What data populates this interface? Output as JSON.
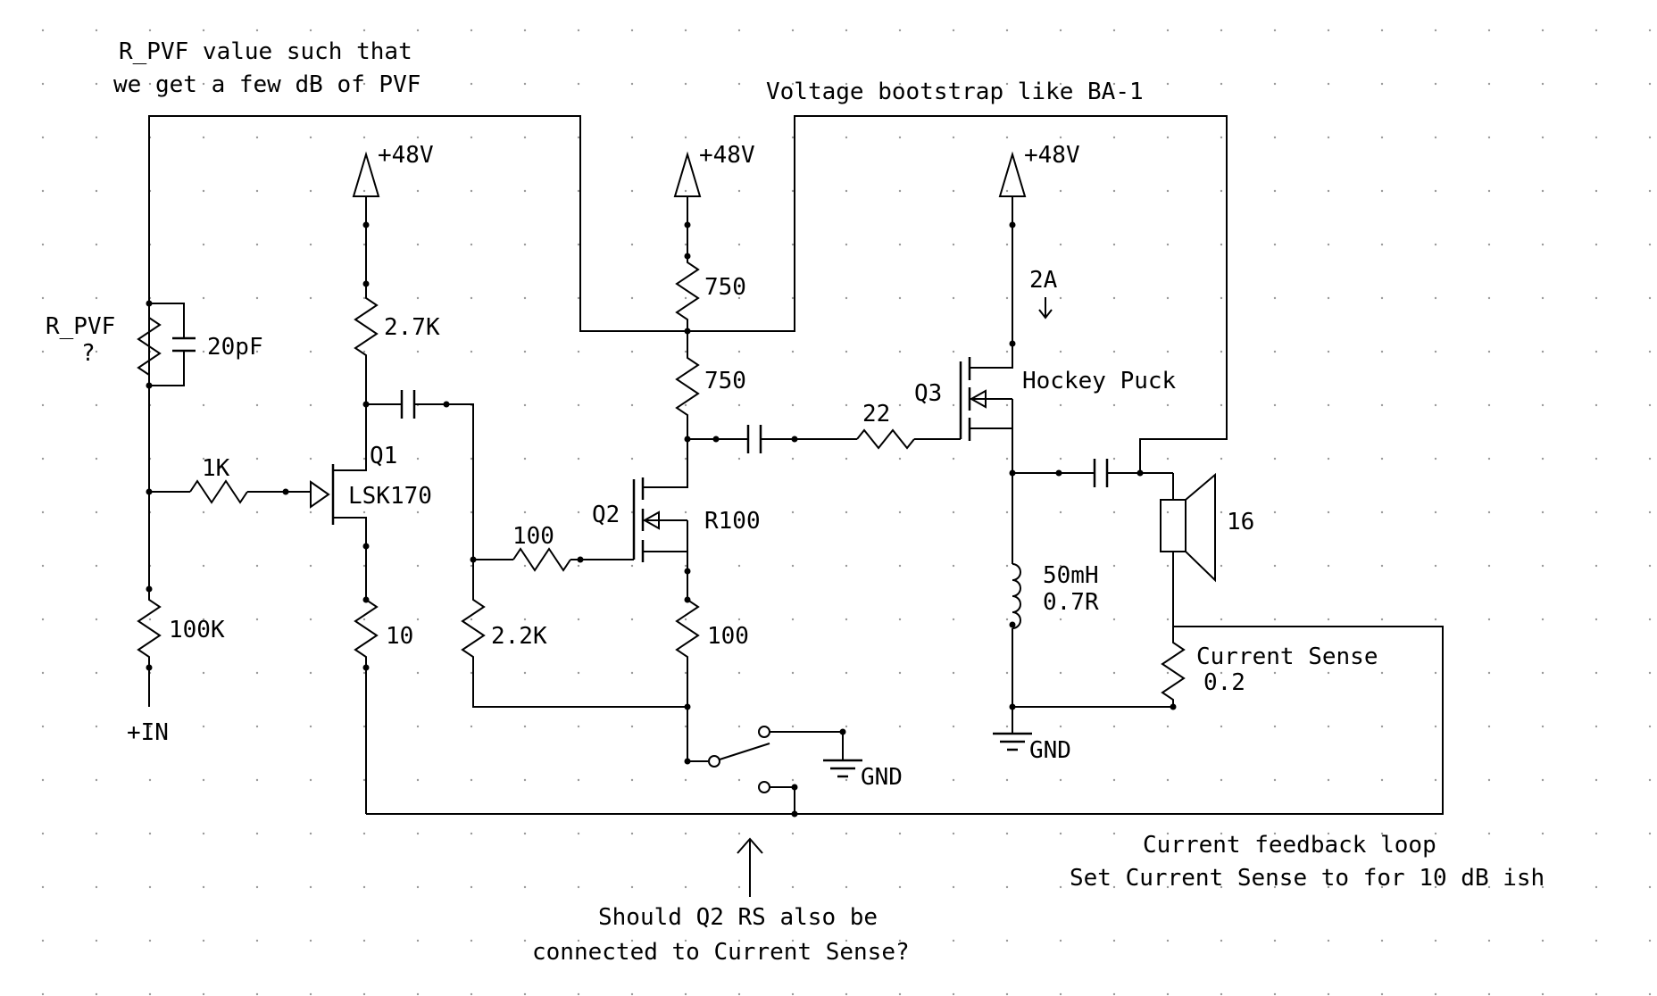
{
  "notes": {
    "rpvf_note_line1": "R_PVF value such that",
    "rpvf_note_line2": "we get a few dB of PVF",
    "bootstrap_note": "Voltage bootstrap like BA-1",
    "feedback_note_line1": "Current feedback loop",
    "feedback_note_line2": "Set Current Sense to for 10 dB ish",
    "question_line1": "Should Q2 RS also be",
    "question_line2": "connected to Current Sense?"
  },
  "supplies": {
    "rail1": "+48V",
    "rail2": "+48V",
    "rail3": "+48V",
    "gnd_switch": "GND",
    "gnd_output": "GND"
  },
  "input": {
    "label": "+IN"
  },
  "components": {
    "r_pvf_name": "R_PVF",
    "r_pvf_value": "?",
    "c_pvf": "20pF",
    "r_in": "1K",
    "r_bias": "100K",
    "r_q1_drain": "2.7K",
    "r_q1_source": "10",
    "q1_name": "Q1",
    "q1_part": "LSK170",
    "r_q2_gate": "100",
    "r_q2_gate_bias": "2.2K",
    "q2_name": "Q2",
    "q2_part": "R100",
    "r_q2_source": "100",
    "r_boot_top": "750",
    "r_boot_bottom": "750",
    "r_q3_gate": "22",
    "q3_name": "Q3",
    "q3_part": "Hockey Puck",
    "q3_current": "2A",
    "inductor_value1": "50mH",
    "inductor_value2": "0.7R",
    "speaker_impedance": "16",
    "r_sense_name": "Current Sense",
    "r_sense_value": "0.2"
  }
}
